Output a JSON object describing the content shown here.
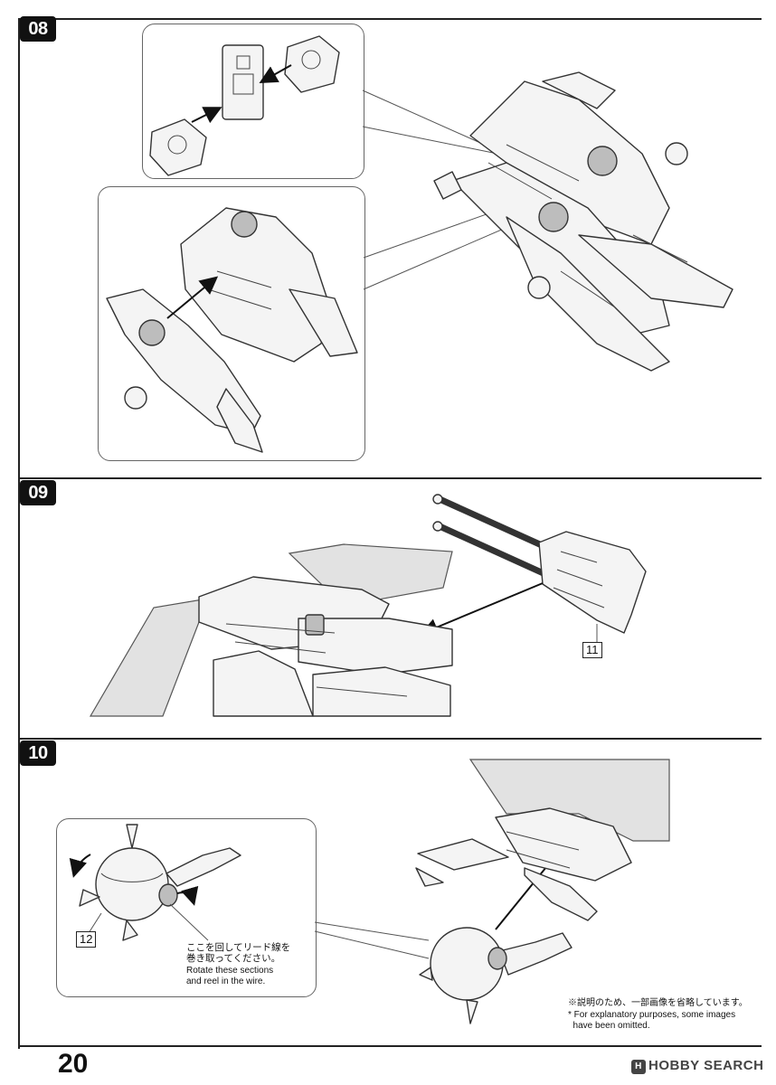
{
  "steps": [
    {
      "number": "08"
    },
    {
      "number": "09",
      "part_label": "11"
    },
    {
      "number": "10",
      "part_label": "12",
      "instruction_ja": "ここを回してリード線を\n巻き取ってください。",
      "instruction_en": "Rotate these sections\nand reel in the wire.",
      "note_ja": "※説明のため、一部画像を省略しています。",
      "note_en": "* For explanatory purposes, some images\n  have been omitted."
    }
  ],
  "footer": {
    "page_number": "20",
    "brand": "HOBBY SEARCH"
  }
}
